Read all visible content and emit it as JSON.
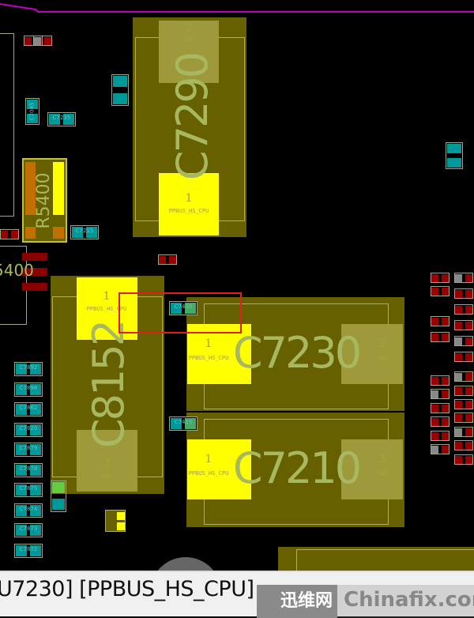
{
  "board": {
    "components": {
      "C7290": {
        "ref": "C7290",
        "pin1": "1",
        "pin1_net": "PPBUS_HS_CPU",
        "pin2": "2",
        "pin2_net": "GND"
      },
      "C8152": {
        "ref": "C8152",
        "pin1": "1",
        "pin1_net": "PPBUS_HS_CPU",
        "pin2": "2",
        "pin2_net": "GND"
      },
      "C7230": {
        "ref": "C7230",
        "pin1": "1",
        "pin1_net": "PPBUS_HS_CPU",
        "pin2": "2",
        "pin2_net": "GND"
      },
      "C7210": {
        "ref": "C7210",
        "pin1": "1",
        "pin1_net": "PPBUS_HS_CPU",
        "pin2": "2",
        "pin2_net": "GND"
      },
      "R5400": {
        "ref": "R5400"
      },
      "U5400": {
        "ref": "5400"
      }
    },
    "small_caps": [
      "C7235",
      "C7215",
      "C7435",
      "C7415",
      "C7045"
    ],
    "left_caps": [
      "C7892",
      "C7896",
      "C7862",
      "C7820",
      "C7879",
      "C7878",
      "C7875",
      "C7874",
      "C7873",
      "C7872"
    ]
  },
  "status": {
    "text": "U7230] [PPBUS_HS_CPU]"
  },
  "watermark": {
    "cn": "迅维网",
    "en": "Chinafix.com"
  },
  "colors": {
    "body": "#666000",
    "pin1": "#ffff00",
    "pin2": "#9e9a3c",
    "highlight": "#e02020",
    "smd": "#00999a"
  }
}
